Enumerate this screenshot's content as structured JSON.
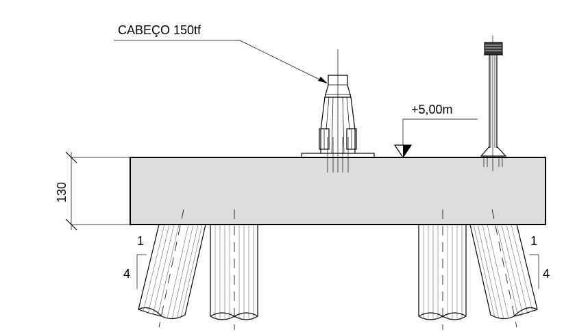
{
  "labels": {
    "bollard": "CABEÇO 150tf",
    "elevation": "+5,00m",
    "thickness": "130",
    "slope_left_run": "1",
    "slope_left_rise": "4",
    "slope_right_run": "1",
    "slope_right_rise": "4"
  },
  "colors": {
    "concrete_fill": "#dcdcdc",
    "line": "#000000"
  }
}
